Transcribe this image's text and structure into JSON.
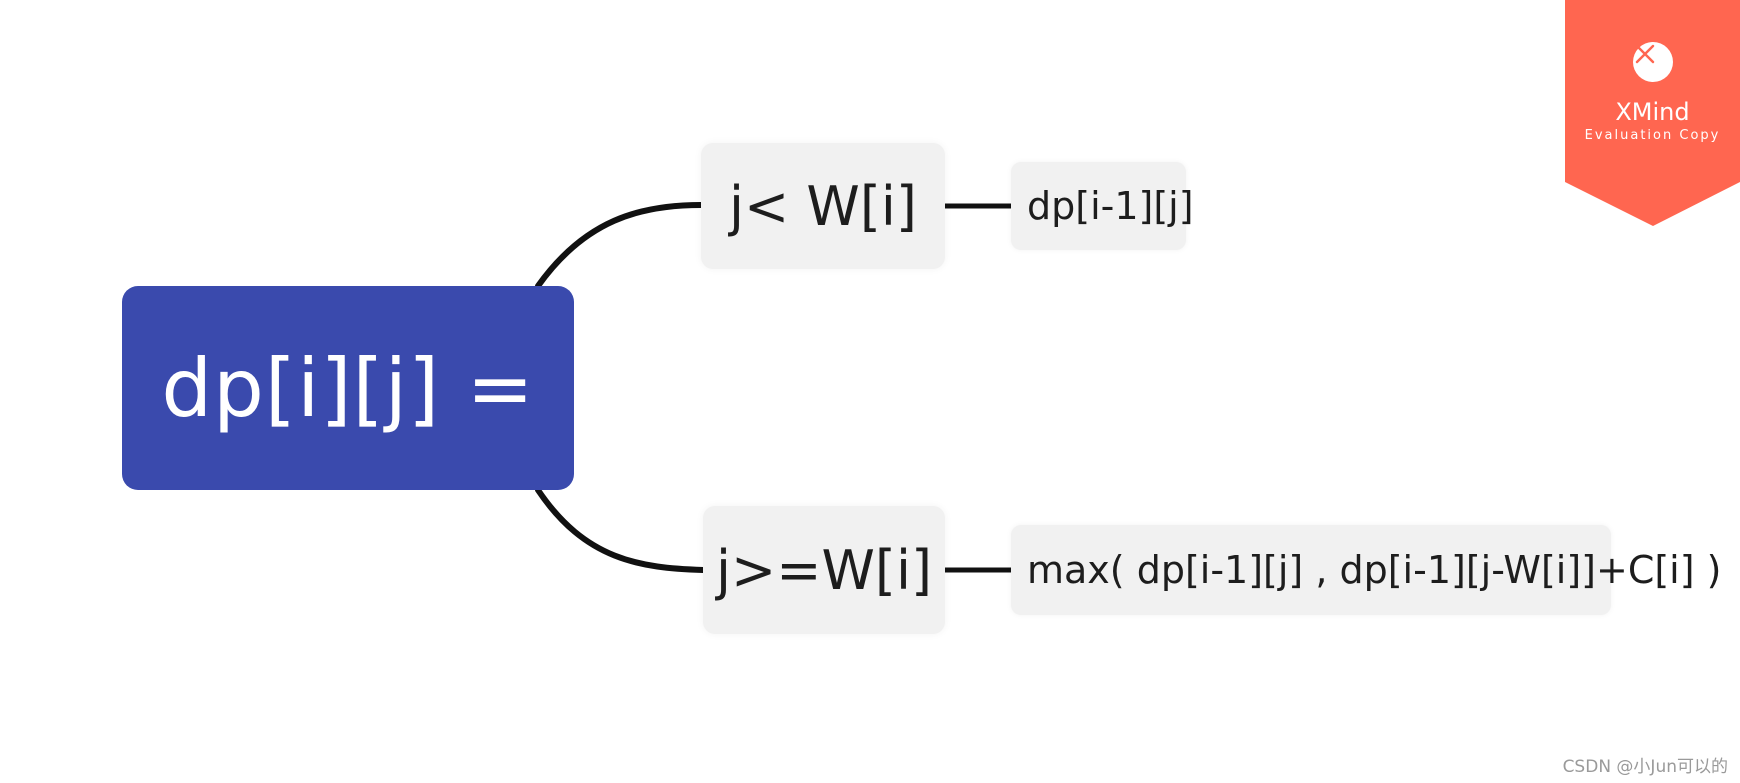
{
  "diagram": {
    "root": {
      "label": "dp[i][j] ="
    },
    "branches": [
      {
        "condition": "j< W[i]",
        "result": "dp[i-1][j]"
      },
      {
        "condition": "j>=W[i]",
        "result": "max( dp[i-1][j] , dp[i-1][j-W[i]]+C[i] )"
      }
    ]
  },
  "watermark": {
    "title": "XMind",
    "subtitle": "Evaluation Copy",
    "icon": "xmind-logo-icon"
  },
  "credit": "CSDN @小Jun可以的",
  "colors": {
    "root_fill": "#3a4aad",
    "node_fill": "#f1f1f1",
    "connector": "#111111",
    "watermark_fill": "#ff6650",
    "credit_text": "#9a9a9a"
  }
}
